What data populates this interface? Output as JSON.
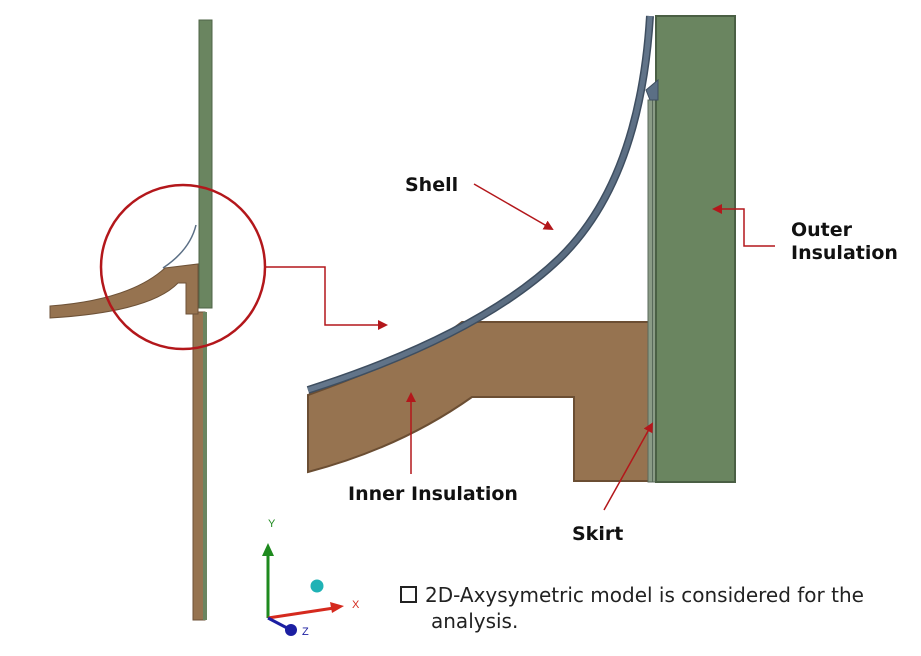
{
  "colors": {
    "green_insulation": "#6a8560",
    "brown_insulation": "#967350",
    "shell_blue": "#5b6f85",
    "arrow_red": "#b3171b",
    "circle_red": "#b3171b",
    "axis_x": "#d52a1e",
    "axis_y": "#1e8a1e",
    "axis_z": "#1c1fa2",
    "axis_sphere": "#1fb2b5"
  },
  "labels": {
    "shell": "Shell",
    "outer_line1": "Outer",
    "outer_line2": "Insulation",
    "inner": "Inner Insulation",
    "skirt": "Skirt"
  },
  "axes": {
    "x": "X",
    "y": "Y",
    "z": "Z"
  },
  "note": {
    "bullet_icon": "checkbox-bullet-icon",
    "line1": "2D-Axysymetric model is considered for the",
    "line2": "analysis."
  }
}
